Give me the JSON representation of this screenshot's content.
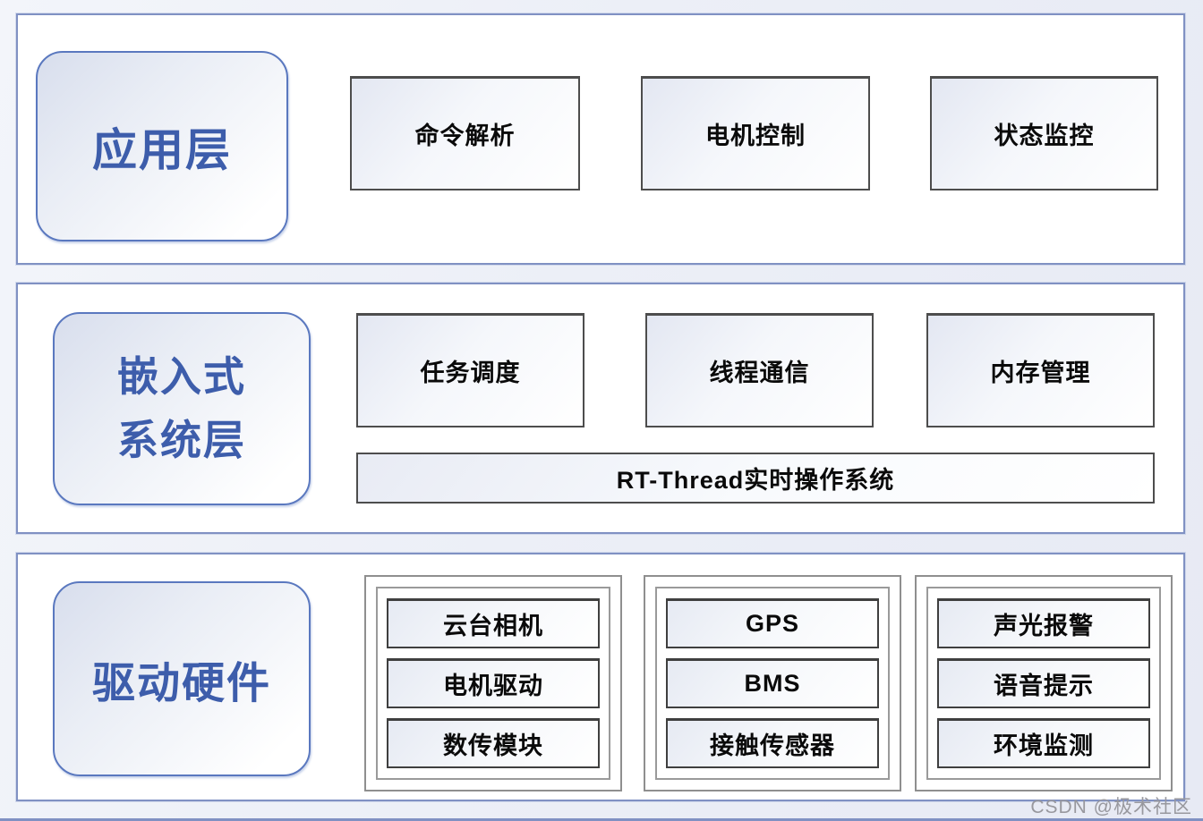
{
  "watermark": "CSDN @极术社区",
  "colors": {
    "section_border": "#8091c3",
    "label_border": "#5a78bf",
    "label_text": "#3d5dab",
    "node_border": "#4d4d4d",
    "watermark_text": "#98989e"
  },
  "layers": {
    "application": {
      "label": "应用层",
      "boxes": [
        "命令解析",
        "电机控制",
        "状态监控"
      ]
    },
    "embedded": {
      "label_line1": "嵌入式",
      "label_line2": "系统层",
      "boxes": [
        "任务调度",
        "线程通信",
        "内存管理"
      ],
      "bar": "RT-Thread实时操作系统"
    },
    "hardware": {
      "label": "驱动硬件",
      "groups": [
        {
          "items": [
            "云台相机",
            "电机驱动",
            "数传模块"
          ]
        },
        {
          "items": [
            "GPS",
            "BMS",
            "接触传感器"
          ]
        },
        {
          "items": [
            "声光报警",
            "语音提示",
            "环境监测"
          ]
        }
      ]
    }
  }
}
